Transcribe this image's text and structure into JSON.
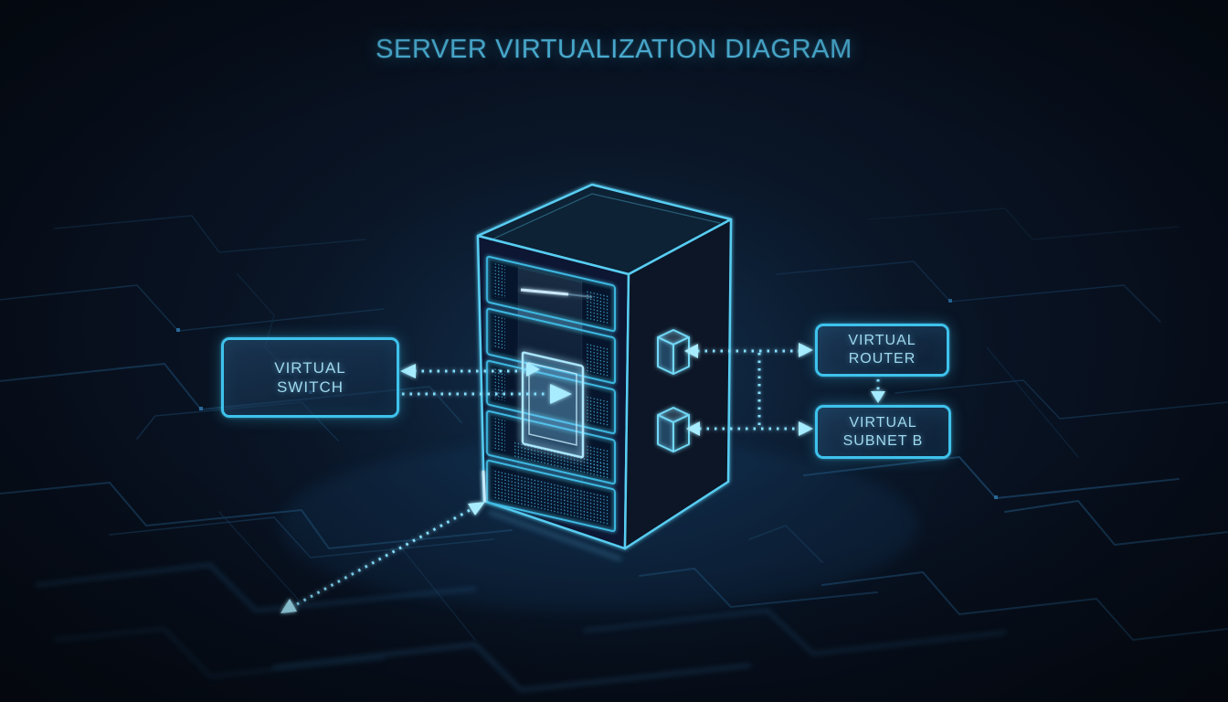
{
  "title": "SERVER VIRTUALIZATION DIAGRAM",
  "nodes": {
    "server": {
      "id": "server-tower",
      "kind": "physical-server",
      "icon": "server-tower-3d"
    },
    "switch": {
      "id": "virtual-switch",
      "lines": [
        "VIRTUAL",
        "SWITCH"
      ]
    },
    "router": {
      "id": "virtual-router",
      "lines": [
        "VIRTUAL",
        "ROUTER"
      ]
    },
    "subnet": {
      "id": "virtual-subnet-b",
      "lines": [
        "VIRTUAL",
        "SUBNET B"
      ]
    }
  },
  "diagram": {
    "type": "network-virtualization",
    "edges": [
      {
        "from": "server-tower",
        "to": "virtual-switch",
        "style": "dotted",
        "arrows": "both"
      },
      {
        "from": "virtual-switch",
        "to": "server-tower",
        "style": "dotted",
        "arrows": "end"
      },
      {
        "from": "server-port-top",
        "to": "virtual-router",
        "style": "dotted",
        "arrows": "both"
      },
      {
        "from": "server-port-bottom",
        "to": "virtual-subnet-b",
        "style": "dotted",
        "arrows": "both"
      },
      {
        "from": "virtual-router",
        "to": "virtual-subnet-b",
        "style": "dotted",
        "arrows": "end"
      },
      {
        "from": "server-base",
        "to": "floor-network",
        "style": "dotted",
        "arrows": "both"
      }
    ],
    "icons": [
      "server-tower-3d",
      "network-port-cube",
      "arrowhead",
      "play-arrowhead"
    ]
  },
  "colors": {
    "background": "#081120",
    "accent": "#3ec2ec",
    "accent_bright": "#a8ecff",
    "server_outline": "#58cdf2",
    "title_text": "#4db4da",
    "label_text": "#9ed9ef",
    "circuit_trace": "#17395698"
  }
}
